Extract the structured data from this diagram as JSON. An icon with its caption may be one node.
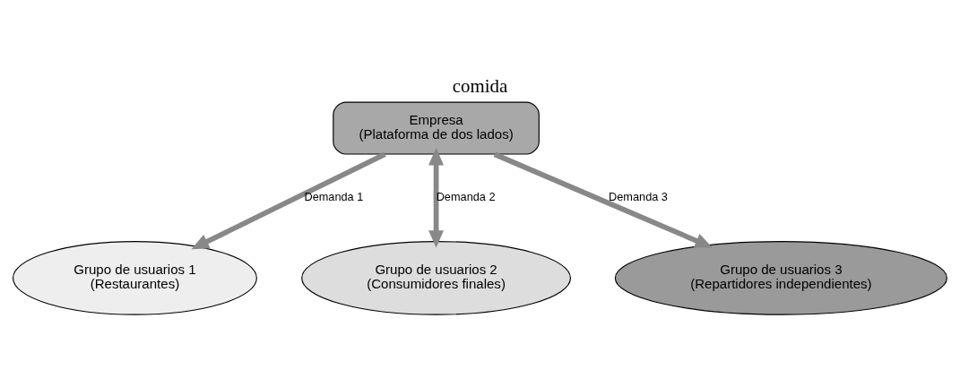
{
  "diagram": {
    "title": "comida",
    "nodes": [
      {
        "text": [
          "Empresa",
          "(Plataforma de dos lados)"
        ]
      },
      {
        "text": [
          "Grupo de usuarios 1",
          "(Restaurantes)"
        ]
      },
      {
        "text": [
          "Grupo de usuarios 2",
          "(Consumidores finales)"
        ]
      },
      {
        "text": [
          "Grupo de usuarios 3",
          "(Repartidores independientes)"
        ]
      }
    ],
    "edges": [
      {
        "from": 0,
        "to": 1,
        "arrow": "to",
        "label": "Demanda 1"
      },
      {
        "from": 0,
        "to": 2,
        "arrow": "both",
        "label": "Demanda 2"
      },
      {
        "from": 0,
        "to": 3,
        "arrow": "to",
        "label": "Demanda 3"
      }
    ]
  }
}
